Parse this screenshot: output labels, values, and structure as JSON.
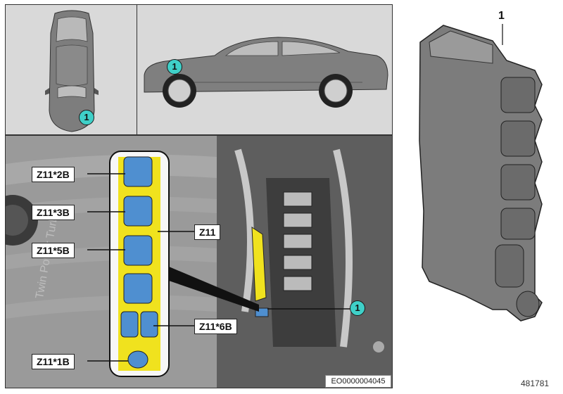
{
  "engine_text": "Twin Power Turbo",
  "callouts": {
    "z11_2b": "Z11*2B",
    "z11_3b": "Z11*3B",
    "z11_5b": "Z11*5B",
    "z11": "Z11",
    "z11_6b": "Z11*6B",
    "z11_1b": "Z11*1B"
  },
  "location_marker": "1",
  "part_number": "1",
  "doc_code": "EO0000004045",
  "image_id": "481781",
  "colors": {
    "marker": "#3fd0c8",
    "highlight": "#f0e21e",
    "connector": "#4f8fd0",
    "panel_bg": "#d9d9d9"
  }
}
